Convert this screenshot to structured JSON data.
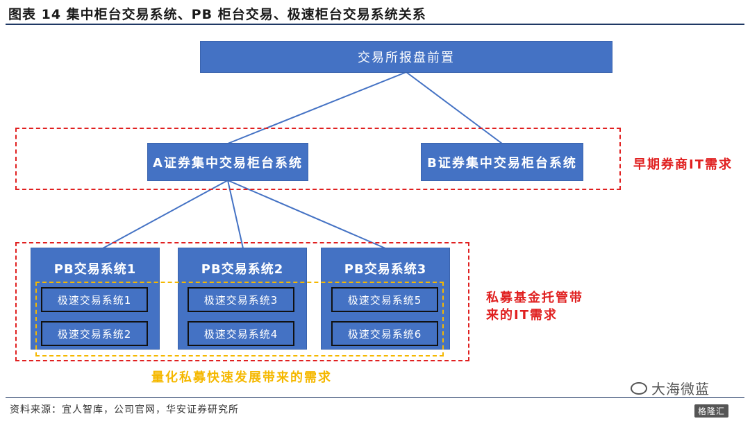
{
  "header": {
    "title": "图表 14 集中柜台交易系统、PB 柜台交易、极速柜台交易系统关系"
  },
  "nodes": {
    "root": "交易所报盘前置",
    "a_counter": "A证券集中交易柜台系统",
    "b_counter": "B证券集中交易柜台系统",
    "pb": [
      "PB交易系统1",
      "PB交易系统2",
      "PB交易系统3"
    ],
    "fast": [
      "极速交易系统1",
      "极速交易系统2",
      "极速交易系统3",
      "极速交易系统4",
      "极速交易系统5",
      "极速交易系统6"
    ]
  },
  "annotations": {
    "early_broker": "早期券商IT需求",
    "private_fund_line1": "私募基金托管带",
    "private_fund_line2": "来的IT需求",
    "quant_fund": "量化私募快速发展带来的需求"
  },
  "footer": {
    "source": "资料来源：宜人智库，公司官网，华安证券研究所",
    "watermark": "大海微蓝",
    "badge": "格隆汇"
  },
  "colors": {
    "box_fill": "#4472c4",
    "red_dash": "#e02020",
    "yellow_dash": "#f5b800",
    "line": "#4472c4"
  }
}
